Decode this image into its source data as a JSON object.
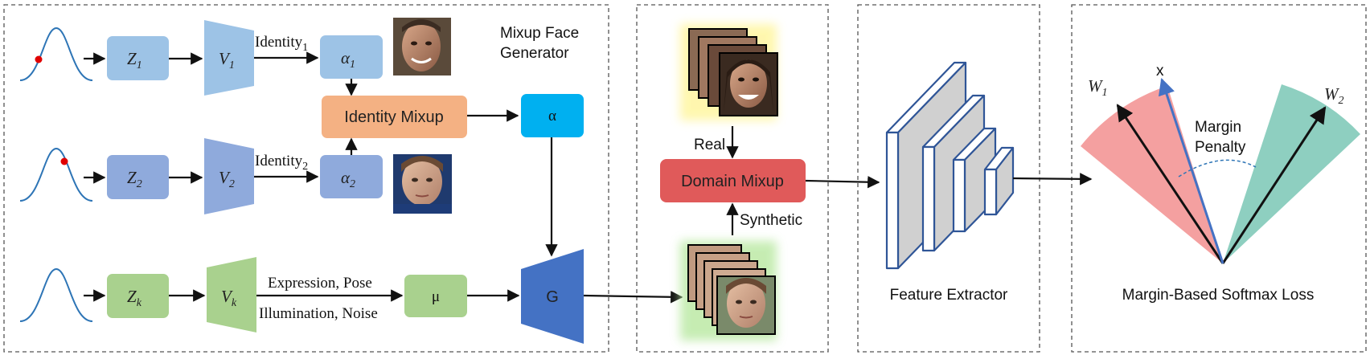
{
  "generator": {
    "title_line1": "Mixup Face",
    "title_line2": "Generator",
    "rows": [
      {
        "z_var": "Z",
        "z_sub": "1",
        "v_var": "V",
        "v_sub": "1",
        "edge_label": "Identity",
        "edge_sub": "1",
        "coef_var": "α",
        "coef_sub": "1"
      },
      {
        "z_var": "Z",
        "z_sub": "2",
        "v_var": "V",
        "v_sub": "2",
        "edge_label": "Identity",
        "edge_sub": "2",
        "coef_var": "α",
        "coef_sub": "2"
      },
      {
        "z_var": "Z",
        "z_sub": "k",
        "v_var": "V",
        "v_sub": "k",
        "edge_label_top": "Expression, Pose",
        "edge_label_bottom": "Illumination, Noise",
        "coef_var": "μ"
      }
    ],
    "identity_mixup_label": "Identity Mixup",
    "alpha_label": "α",
    "g_label": "G"
  },
  "domain": {
    "real_label": "Real",
    "synthetic_label": "Synthetic",
    "domain_mixup_label": "Domain Mixup"
  },
  "extractor": {
    "caption": "Feature Extractor"
  },
  "loss": {
    "w1_var": "W",
    "w1_sub": "1",
    "w2_var": "W",
    "w2_sub": "2",
    "x_label": "x",
    "margin_line1": "Margin",
    "margin_line2": "Penalty",
    "caption": "Margin-Based Softmax Loss"
  },
  "colors": {
    "row1": "#9dc3e6",
    "row2": "#8faadc",
    "row3": "#a9d18e",
    "identity_mixup": "#f4b183",
    "alpha": "#00b0f0",
    "g": "#4472c4",
    "domain_mixup": "#e05a5a",
    "w1_sector": "#f4a0a0",
    "w2_sector": "#8ecfc0",
    "x_vector": "#4472c4"
  }
}
